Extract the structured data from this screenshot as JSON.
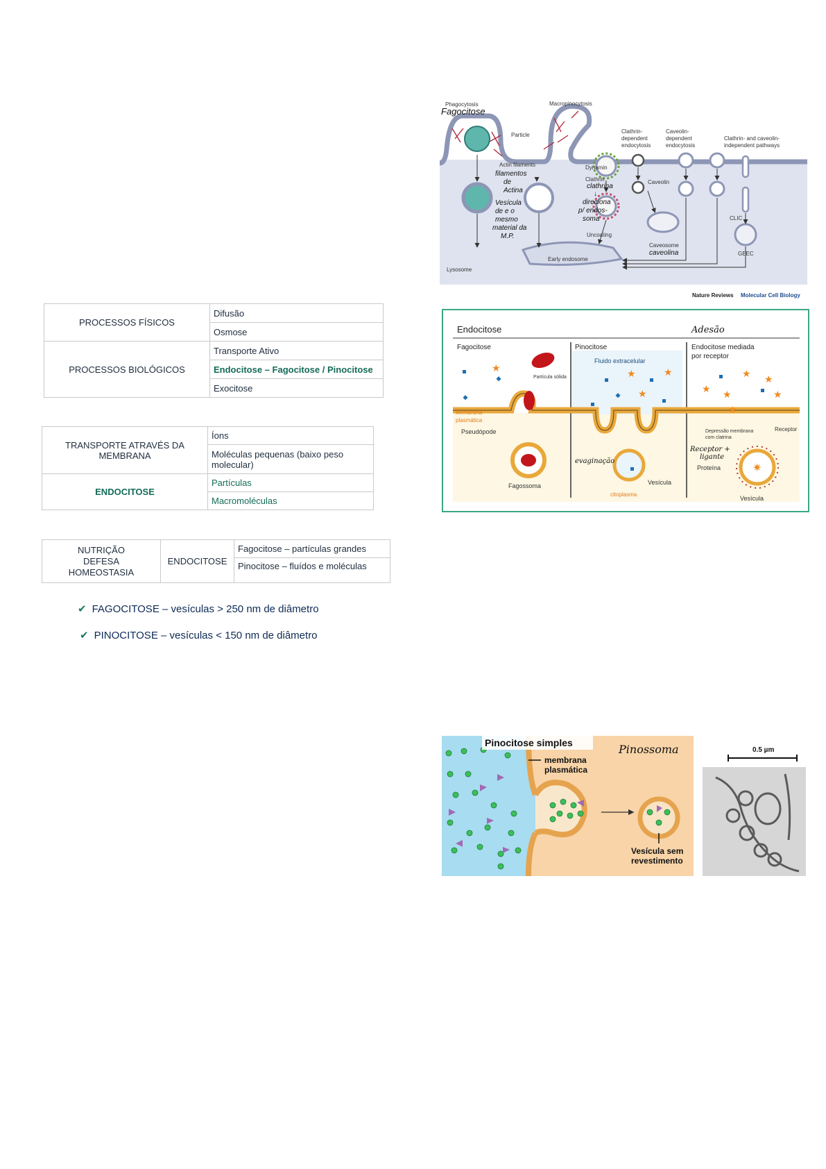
{
  "table1": {
    "row1_label": "PROCESSOS FÍSICOS",
    "row1_items": [
      "Difusão",
      "Osmose"
    ],
    "row2_label": "PROCESSOS BIOLÓGICOS",
    "row2_items": [
      "Transporte Ativo",
      "Endocitose – Fagocitose / Pinocitose",
      "Exocitose"
    ]
  },
  "table2": {
    "row1_label": "TRANSPORTE ATRAVÉS DA MEMBRANA",
    "row1_items": [
      "Íons",
      "Moléculas pequenas (baixo peso molecular)"
    ],
    "row2_label": "ENDOCITOSE",
    "row2_items": [
      "Partículas",
      "Macromoléculas"
    ]
  },
  "table3": {
    "col1_lines": [
      "NUTRIÇÃO",
      "DEFESA",
      "HOMEOSTASIA"
    ],
    "col2": "ENDOCITOSE",
    "items": [
      "Fagocitose – partículas grandes",
      "Pinocitose – fluídos e moléculas"
    ]
  },
  "checks": [
    "FAGOCITOSE – vesículas > 250 nm de diâmetro",
    "PINOCITOSE – vesículas < 150 nm de diâmetro"
  ],
  "fig1": {
    "labels": {
      "phago": "Phagocytosis",
      "macro": "Macropinocytosis",
      "particle": "Particle",
      "actin": "Actin filaments",
      "clathrin_dep": [
        "Clathrin-",
        "dependent",
        "endocytosis"
      ],
      "caveolin_dep": [
        "Caveolin-",
        "dependent",
        "endocytosis"
      ],
      "indep": [
        "Clathrin- and caveolin-",
        "independent pathways"
      ],
      "dynamin": "Dynamin",
      "clathrin": "Clathrin",
      "caveolin": "Caveolin",
      "uncoating": "Uncoating",
      "clic": "CLIC",
      "lysosome": "Lysosome",
      "early_endosome": "Early endosome",
      "caveosome": "Caveosome",
      "geec": "GEEC",
      "source_a": "Nature Reviews",
      "source_b": "Molecular Cell Biology"
    },
    "hand": {
      "fagocitose": "Fagocitose",
      "actina": [
        "filamentos",
        "de",
        "Actina"
      ],
      "vesicula": [
        "Vesícula",
        "de e o",
        "mesmo",
        "material da",
        "M.P."
      ],
      "clathrina": [
        "clathrina",
        "↓",
        "direciona",
        "p/ endos-",
        "soma"
      ],
      "caveolina": "caveolina"
    }
  },
  "fig2": {
    "title": "Endocitose",
    "hand_title": "Adesão",
    "col1": "Fagocitose",
    "col2": "Pinocitose",
    "col3": [
      "Endocitose mediada",
      "por receptor"
    ],
    "fluid": "Fluido extracelular",
    "solid": "Partícula sólida",
    "membrane": [
      "Membrana",
      "plasmática"
    ],
    "pseudopod": "Pseudópode",
    "phagosome": "Fagossoma",
    "evag": "evaginação",
    "vesicle": "Vesícula",
    "cytoplasm": "citoplasma",
    "depression": [
      "Depressão membrana",
      "com clatrina"
    ],
    "receptor": "Receptor",
    "hand_rl": [
      "Receptor +",
      "ligante"
    ],
    "protein": "Proteína",
    "vesicle2": "Vesícula"
  },
  "fig3": {
    "title": "Pinocitose simples",
    "hand": "Pinossoma",
    "membrane": [
      "membrana",
      "plasmática"
    ],
    "vesicle": [
      "Vesícula sem",
      "revestimento"
    ],
    "scale": "0.5 µm"
  }
}
